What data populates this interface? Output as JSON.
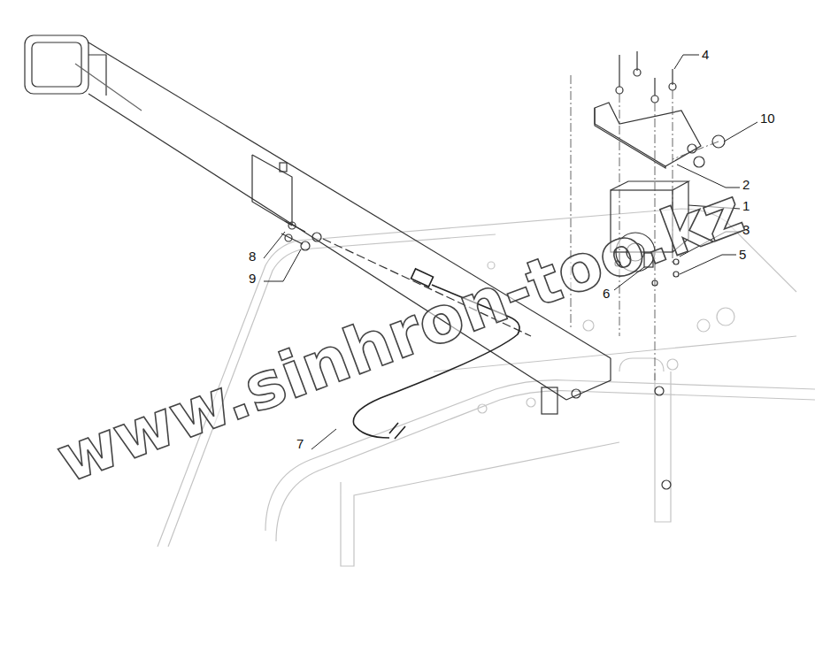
{
  "diagram": {
    "labels": [
      "4",
      "10",
      "2",
      "1",
      "3",
      "5",
      "8",
      "9",
      "6",
      "7",
      "www.sinhron-too.kz"
    ]
  }
}
